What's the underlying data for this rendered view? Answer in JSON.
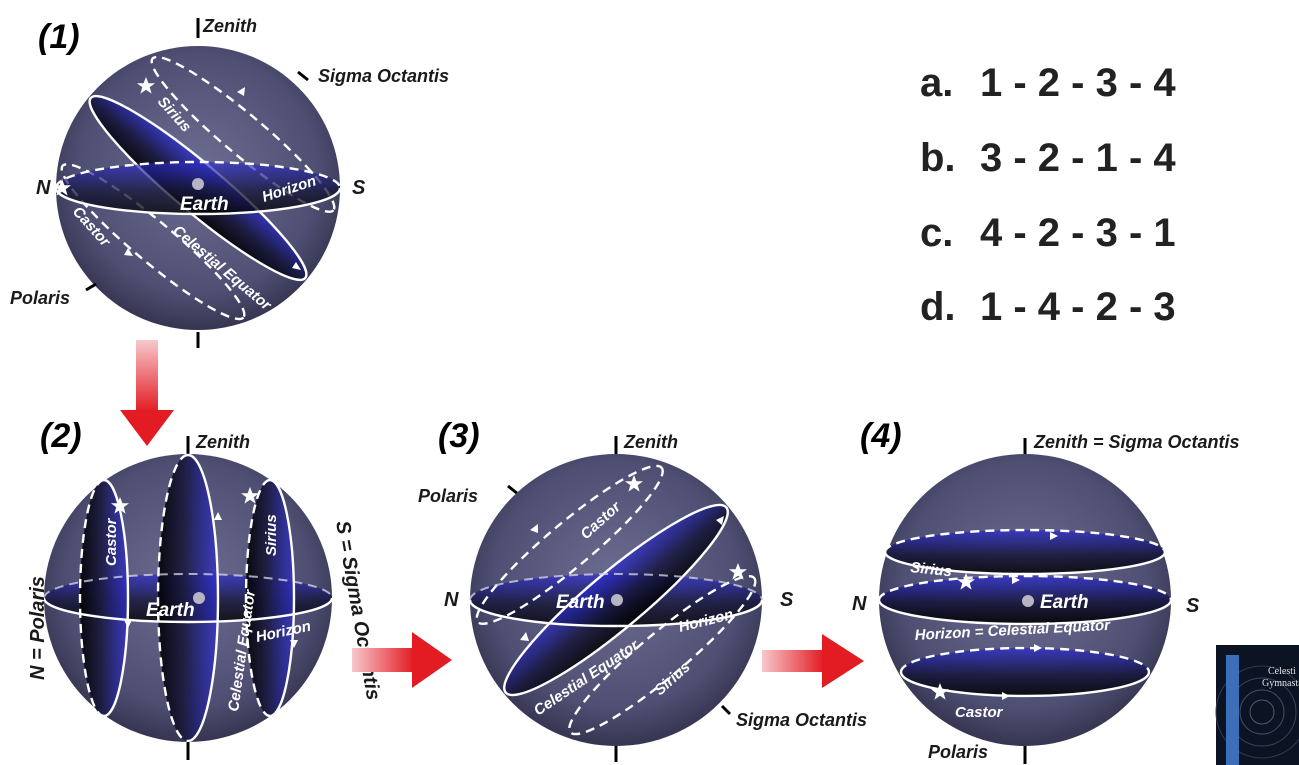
{
  "panels": {
    "p1": {
      "number": "(1)",
      "zenith": "Zenith",
      "sigma": "Sigma Octantis",
      "north": "N",
      "south": "S",
      "polaris": "Polaris",
      "earth": "Earth",
      "horizon": "Horizon",
      "sirius": "Sirius",
      "castor": "Castor",
      "equator": "Celestial Equator"
    },
    "p2": {
      "number": "(2)",
      "zenith": "Zenith",
      "north": "N = Polaris",
      "south": "S = Sigma Octantis",
      "earth": "Earth",
      "horizon": "Horizon",
      "sirius": "Sirius",
      "castor": "Castor",
      "equator": "Celestial Equator"
    },
    "p3": {
      "number": "(3)",
      "zenith": "Zenith",
      "polaris": "Polaris",
      "north": "N",
      "south": "S",
      "sigma": "Sigma Octantis",
      "earth": "Earth",
      "horizon": "Horizon",
      "sirius": "Sirius",
      "castor": "Castor",
      "equator": "Celestial Equator"
    },
    "p4": {
      "number": "(4)",
      "zenith": "Zenith = ",
      "sigma": "Sigma Octantis",
      "north": "N",
      "south": "S",
      "polaris": "Polaris",
      "earth": "Earth",
      "horizon": "Horizon = Celestial Equator",
      "sirius": "Sirius",
      "castor": "Castor"
    }
  },
  "options": [
    {
      "letter": "a.",
      "sequence": "1 - 2 - 3 - 4"
    },
    {
      "letter": "b.",
      "sequence": "3 - 2 - 1 - 4"
    },
    {
      "letter": "c.",
      "sequence": "4 - 2 - 3 - 1"
    },
    {
      "letter": "d.",
      "sequence": "1 - 4 - 2 - 3"
    }
  ],
  "thumbnail": {
    "title_line1": "Celesti",
    "title_line2": "Gymnastic"
  },
  "colors": {
    "sphere_light": "#6a6a8f",
    "sphere_dark": "#2a2a40",
    "band_blue": "#3a3ad8",
    "arrow_red": "#e31b23"
  }
}
